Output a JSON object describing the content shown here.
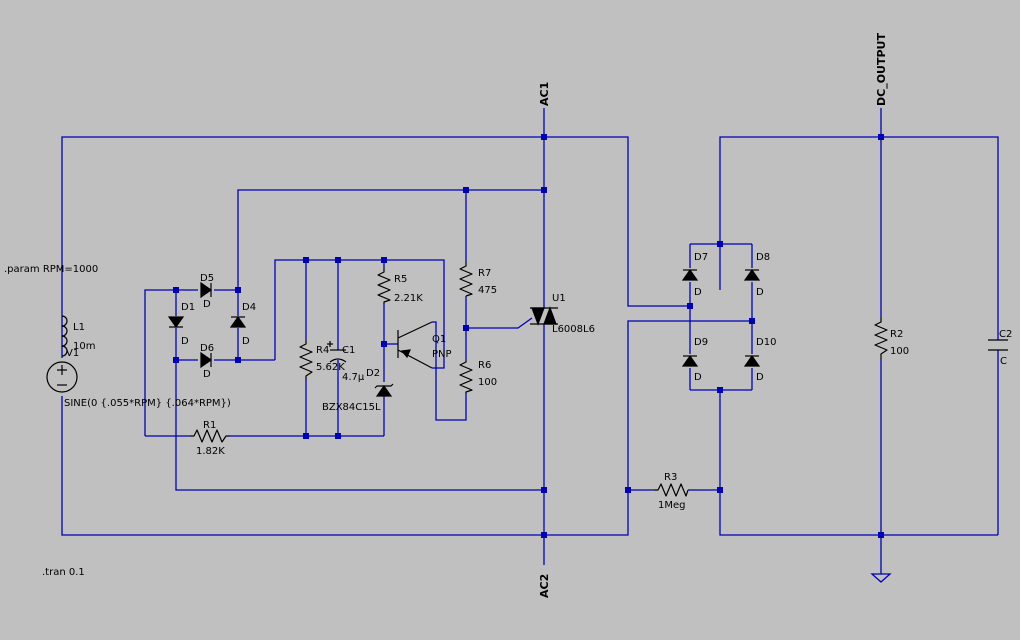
{
  "directives": {
    "param": ".param RPM=1000",
    "tran": ".tran 0.1"
  },
  "nets": {
    "ac1": "AC1",
    "ac2": "AC2",
    "dc_output": "DC_OUTPUT"
  },
  "components": {
    "L1": {
      "name": "L1",
      "value": "10m"
    },
    "V1": {
      "name": "V1",
      "value": "SINE(0 {.055*RPM} {.064*RPM})"
    },
    "R1": {
      "name": "R1",
      "value": "1.82K"
    },
    "R2": {
      "name": "R2",
      "value": "100"
    },
    "R3": {
      "name": "R3",
      "value": "1Meg"
    },
    "R4": {
      "name": "R4",
      "value": "5.62K"
    },
    "R5": {
      "name": "R5",
      "value": "2.21K"
    },
    "R6": {
      "name": "R6",
      "value": "100"
    },
    "R7": {
      "name": "R7",
      "value": "475"
    },
    "C1": {
      "name": "C1",
      "value": "4.7µ"
    },
    "C2": {
      "name": "C2",
      "value": "C"
    },
    "D1": {
      "name": "D1",
      "value": "D"
    },
    "D2": {
      "name": "D2",
      "value": "BZX84C15L"
    },
    "D4": {
      "name": "D4",
      "value": "D"
    },
    "D5": {
      "name": "D5",
      "value": "D"
    },
    "D6": {
      "name": "D6",
      "value": "D"
    },
    "D7": {
      "name": "D7",
      "value": "D"
    },
    "D8": {
      "name": "D8",
      "value": "D"
    },
    "D9": {
      "name": "D9",
      "value": "D"
    },
    "D10": {
      "name": "D10",
      "value": "D"
    },
    "Q1": {
      "name": "Q1",
      "value": "PNP"
    },
    "U1": {
      "name": "U1",
      "value": "L6008L6"
    }
  }
}
